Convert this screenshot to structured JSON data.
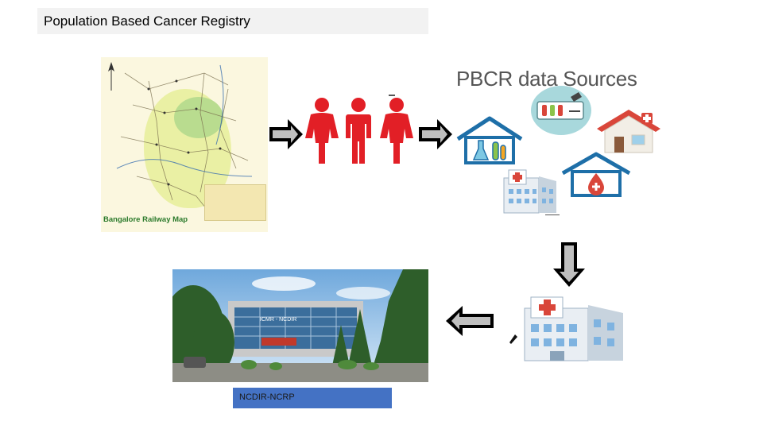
{
  "header": {
    "title": "Population Based Cancer Registry"
  },
  "map": {
    "caption": "Bangalore Railway Map"
  },
  "sources": {
    "heading": "PBCR data Sources"
  },
  "photo": {
    "sign_text": "ICMR - NCDIR"
  },
  "footer": {
    "caption": "NCDIR-NCRP"
  },
  "colors": {
    "person": "#e21f26",
    "arrow_fill": "#000000",
    "arrow_gradient_light": "#bfbfbf",
    "house_outline": "#1e6fa8",
    "hospital_roof": "#d9463a",
    "caption_bg": "#4472c4"
  },
  "icons": {
    "people": [
      "person-icon",
      "person-icon",
      "person-icon"
    ],
    "sources": [
      "lab-house-icon",
      "lab-tubes-icon",
      "clinic-house-icon",
      "hospital-building-icon",
      "blood-drop-house-icon"
    ],
    "registry": "hospital-building-icon"
  }
}
